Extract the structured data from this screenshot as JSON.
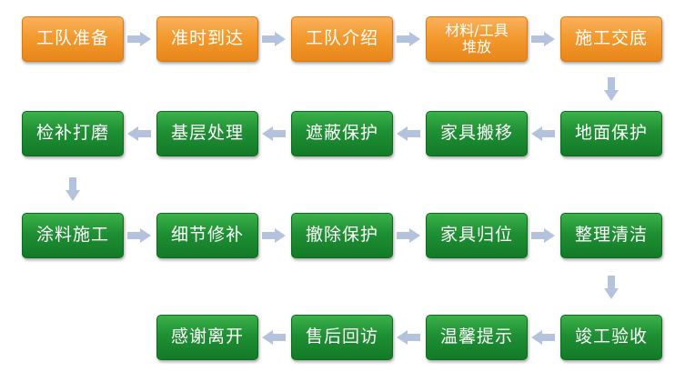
{
  "colors": {
    "orange": "#f39a2e",
    "green": "#1f8f34",
    "arrow": "#b3c3dd"
  },
  "steps": [
    {
      "label": "工队准备",
      "color": "orange"
    },
    {
      "label": "准时到达",
      "color": "orange"
    },
    {
      "label": "工队介绍",
      "color": "orange"
    },
    {
      "label": "材料/工具\n堆放",
      "color": "orange"
    },
    {
      "label": "施工交底",
      "color": "orange"
    },
    {
      "label": "地面保护",
      "color": "green"
    },
    {
      "label": "家具搬移",
      "color": "green"
    },
    {
      "label": "遮蔽保护",
      "color": "green"
    },
    {
      "label": "基层处理",
      "color": "green"
    },
    {
      "label": "检补打磨",
      "color": "green"
    },
    {
      "label": "涂料施工",
      "color": "green"
    },
    {
      "label": "细节修补",
      "color": "green"
    },
    {
      "label": "撤除保护",
      "color": "green"
    },
    {
      "label": "家具归位",
      "color": "green"
    },
    {
      "label": "整理清洁",
      "color": "green"
    },
    {
      "label": "竣工验收",
      "color": "green"
    },
    {
      "label": "温馨提示",
      "color": "green"
    },
    {
      "label": "售后回访",
      "color": "green"
    },
    {
      "label": "感谢离开",
      "color": "green"
    }
  ],
  "arrows": [
    {
      "from": 0,
      "to": 1,
      "dir": "right"
    },
    {
      "from": 1,
      "to": 2,
      "dir": "right"
    },
    {
      "from": 2,
      "to": 3,
      "dir": "right"
    },
    {
      "from": 3,
      "to": 4,
      "dir": "right"
    },
    {
      "from": 4,
      "to": 5,
      "dir": "down"
    },
    {
      "from": 5,
      "to": 6,
      "dir": "left"
    },
    {
      "from": 6,
      "to": 7,
      "dir": "left"
    },
    {
      "from": 7,
      "to": 8,
      "dir": "left"
    },
    {
      "from": 8,
      "to": 9,
      "dir": "left"
    },
    {
      "from": 9,
      "to": 10,
      "dir": "down"
    },
    {
      "from": 10,
      "to": 11,
      "dir": "right"
    },
    {
      "from": 11,
      "to": 12,
      "dir": "right"
    },
    {
      "from": 12,
      "to": 13,
      "dir": "right"
    },
    {
      "from": 13,
      "to": 14,
      "dir": "right"
    },
    {
      "from": 14,
      "to": 15,
      "dir": "down"
    },
    {
      "from": 15,
      "to": 16,
      "dir": "left"
    },
    {
      "from": 16,
      "to": 17,
      "dir": "left"
    },
    {
      "from": 17,
      "to": 18,
      "dir": "left"
    }
  ]
}
